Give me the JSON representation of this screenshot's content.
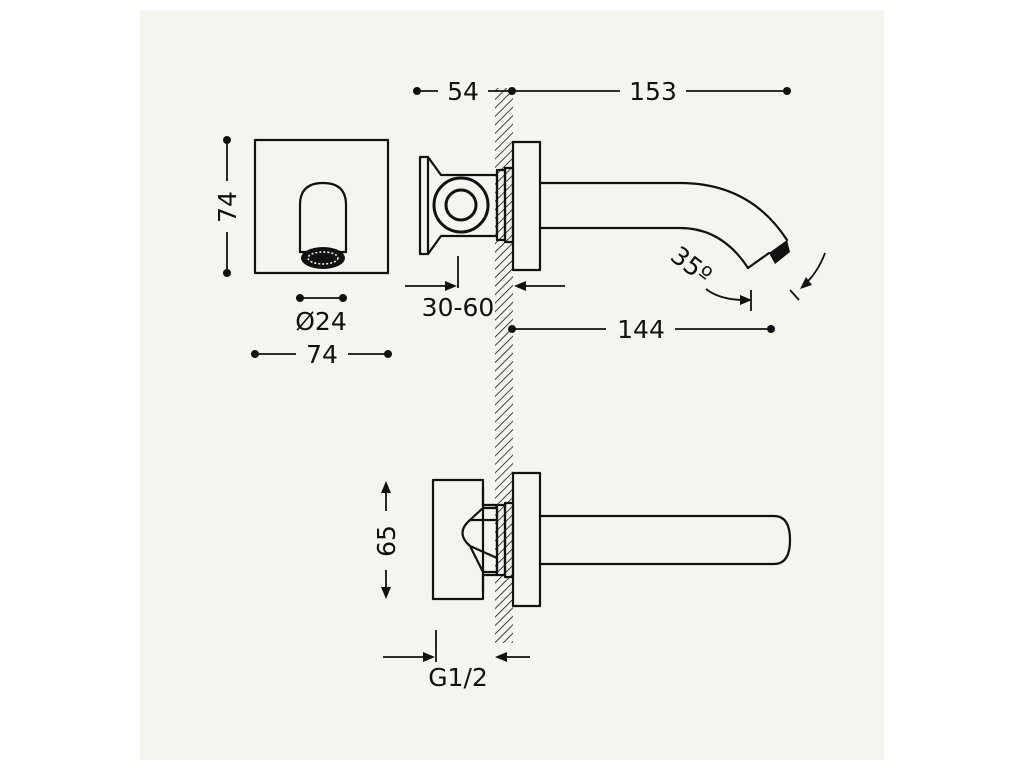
{
  "drawing": {
    "background_color": "#f5f5f0",
    "line_color": "#111111",
    "dimensions": {
      "depth_behind_wall": "54",
      "spout_length_total": "153",
      "plate_height": "74",
      "outlet_diameter": "Ø24",
      "plate_width": "74",
      "wall_adjustment": "30-60",
      "spout_projection": "144",
      "spout_angle": "35º",
      "body_height": "65",
      "thread": "G1/2"
    }
  }
}
